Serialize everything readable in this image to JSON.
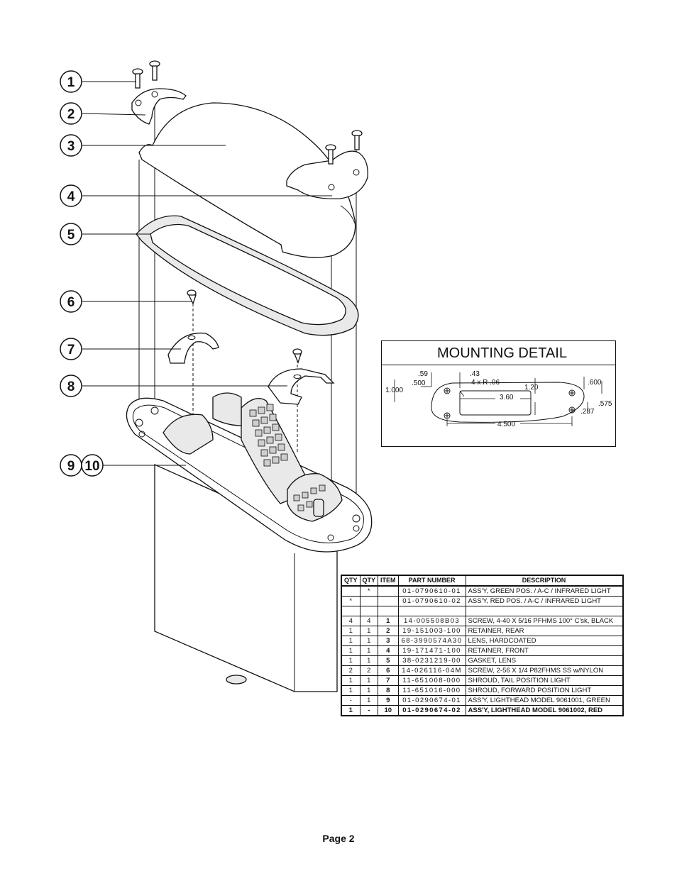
{
  "callouts": [
    "1",
    "2",
    "3",
    "4",
    "5",
    "6",
    "7",
    "8",
    "9",
    "10"
  ],
  "mounting_detail": {
    "title": "MOUNTING DETAIL",
    "dims": {
      "d59": ".59",
      "d43": ".43",
      "d600": ".600",
      "d500": ".500",
      "d4xr": "4 x R .06",
      "d1000": "1.000",
      "d120": "1.20",
      "d360": "3.60",
      "d575": ".575",
      "d287": ".287",
      "d4500": "4.500"
    }
  },
  "parts_table": {
    "headers": [
      "QTY",
      "QTY",
      "ITEM",
      "PART NUMBER",
      "DESCRIPTION"
    ],
    "rows": [
      {
        "q1": "",
        "q2": "*",
        "item": "",
        "pn": "01-0790610-01",
        "desc": "ASS'Y, GREEN POS. / A-C / INFRARED LIGHT"
      },
      {
        "q1": "*",
        "q2": "",
        "item": "",
        "pn": "01-0790610-02",
        "desc": "ASS'Y, RED POS. / A-C / INFRARED LIGHT"
      },
      {
        "q1": "",
        "q2": "",
        "item": "",
        "pn": "",
        "desc": ""
      },
      {
        "q1": "4",
        "q2": "4",
        "item": "1",
        "pn": "14-005508B03",
        "desc": "SCREW, 4-40 X 5/16 PFHMS 100° C'sk, BLACK"
      },
      {
        "q1": "1",
        "q2": "1",
        "item": "2",
        "pn": "19-151003-100",
        "desc": "RETAINER, REAR"
      },
      {
        "q1": "1",
        "q2": "1",
        "item": "3",
        "pn": "68-3990574A30",
        "desc": "LENS, HARDCOATED"
      },
      {
        "q1": "1",
        "q2": "1",
        "item": "4",
        "pn": "19-171471-100",
        "desc": "RETAINER, FRONT"
      },
      {
        "q1": "1",
        "q2": "1",
        "item": "5",
        "pn": "38-0231219-00",
        "desc": "GASKET, LENS"
      },
      {
        "q1": "2",
        "q2": "2",
        "item": "6",
        "pn": "14-026116-04M",
        "desc": "SCREW, 2-56 X 1/4 P82FHMS SS w/NYLON"
      },
      {
        "q1": "1",
        "q2": "1",
        "item": "7",
        "pn": "11-651008-000",
        "desc": "SHROUD, TAIL POSITION LIGHT"
      },
      {
        "q1": "1",
        "q2": "1",
        "item": "8",
        "pn": "11-651016-000",
        "desc": "SHROUD, FORWARD POSITION LIGHT"
      },
      {
        "q1": "-",
        "q2": "1",
        "item": "9",
        "pn": "01-0290674-01",
        "desc": "ASS'Y, LIGHTHEAD MODEL 9061001, GREEN"
      },
      {
        "q1": "1",
        "q2": "-",
        "item": "10",
        "pn": "01-0290674-02",
        "desc": "ASS'Y, LIGHTHEAD MODEL 9061002, RED"
      }
    ]
  },
  "footer": {
    "page": "Page 2"
  }
}
